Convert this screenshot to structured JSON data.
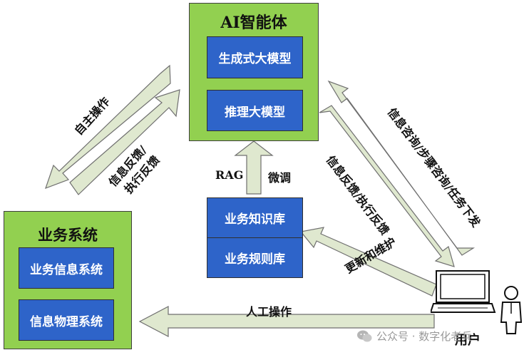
{
  "agent": {
    "title": "AI智能体",
    "model_generative": "生成式大模型",
    "model_reasoning": "推理大模型"
  },
  "knowledge": {
    "kb": "业务知识库",
    "rules": "业务规则库"
  },
  "business": {
    "title": "业务系统",
    "info_system": "业务信息系统",
    "cps": "信息物理系统"
  },
  "labels": {
    "rag": "RAG",
    "finetune": "微调",
    "autonomous": "自主操作",
    "feedback_line1": "信息反馈/",
    "feedback_line2": "执行反馈",
    "query": "信息咨询/步骤咨询/任务下发",
    "info_feedback": "信息反馈/执行反馈",
    "update": "更新和维护",
    "manual": "人工操作"
  },
  "user": {
    "label": "用户"
  },
  "watermark": {
    "text": "公众号 · 数字化老兵"
  },
  "colors": {
    "green": "#92d050",
    "blue": "#2e64c9",
    "arrow_fill": "#dfe8cf"
  }
}
